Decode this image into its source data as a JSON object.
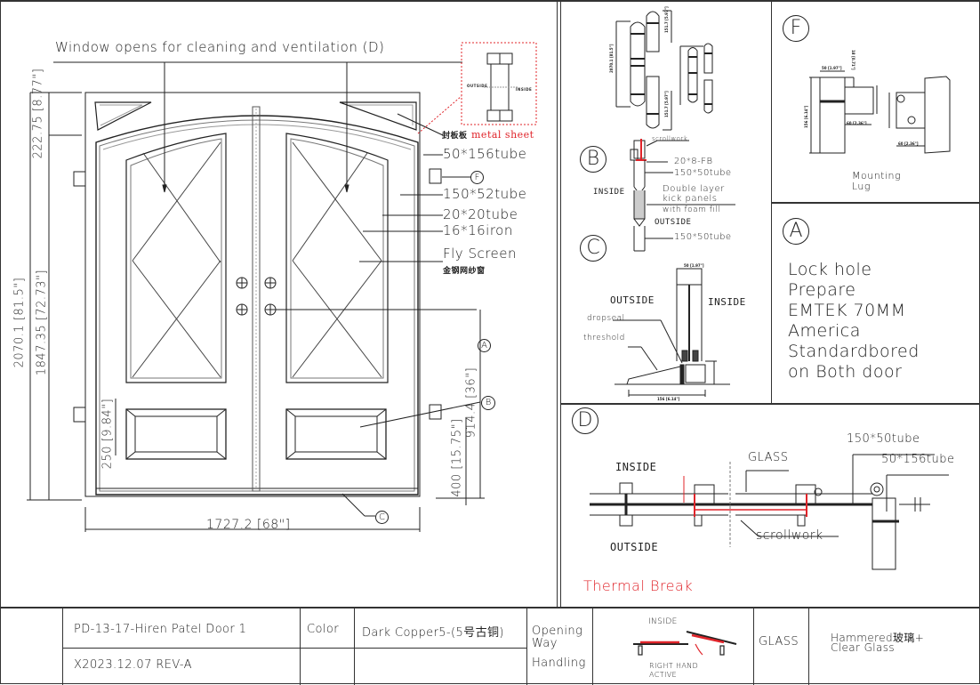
{
  "drawing": {
    "title_note": "Window opens for cleaning and ventilation (D)",
    "metal_sheet_cn": "封板板",
    "metal_sheet_label": "metal sheet",
    "detail_small_outside": "OUTSIDE",
    "detail_small_inside": "INSIDE",
    "callouts": [
      {
        "id": "tube-50x156",
        "label": "50*156tube"
      },
      {
        "id": "tag-f",
        "label": "F"
      },
      {
        "id": "tube-150x52",
        "label": "150*52tube"
      },
      {
        "id": "tube-20x20",
        "label": "20*20tube"
      },
      {
        "id": "iron-16x16",
        "label": "16*16iron"
      },
      {
        "id": "fly-screen",
        "label": "Fly Screen"
      },
      {
        "id": "fly-screen-cn",
        "label": "金钢网纱窗"
      }
    ],
    "dimensions": {
      "top_height": "222.75 [8.77\"]",
      "overall_height": "2070.1 [81.5\"]",
      "door_height": "1847.35 [72.73\"]",
      "panel_height": "250 [9.84\"]",
      "lock_height": "914.4 [36\"]",
      "bottom_offset": "400 [15.75\"]",
      "overall_width": "1727.2 [68\"]"
    },
    "tags": {
      "a": "A",
      "b": "B",
      "c": "C",
      "d": "D",
      "f": "F"
    }
  },
  "detail_b": {
    "tag": "B",
    "scrollwork": "scrollwork",
    "fb": "20*8-FB",
    "tube1": "150*50tube",
    "inside": "INSIDE",
    "kick_line1": "Double layer",
    "kick_line2": "kick panels",
    "kick_line3": "with foam fill",
    "outside": "OUTSIDE",
    "tube2": "150*50tube"
  },
  "detail_c": {
    "tag": "C",
    "outside": "OUTSIDE",
    "inside": "INSIDE",
    "dropseal": "dropseal",
    "threshold": "threshold",
    "dim_top": "50 [1.97\"]",
    "dim_bottom": "156 [6.14\"]"
  },
  "detail_f": {
    "tag": "F",
    "title_line1": "Mounting",
    "title_line2": "Lug",
    "dim_a": "50 [1.97\"]",
    "dim_b": "18 [0.71\"]",
    "dim_c": "156 [6.14\"]",
    "dim_d": "60 [2.36\"]",
    "dim_e": "60 [2.36\"]"
  },
  "detail_a": {
    "tag": "A",
    "lines": [
      "Lock hole",
      "Prepare",
      "EMTEK 70MM",
      "America",
      "Standardbored",
      "on Both door"
    ]
  },
  "detail_d": {
    "tag": "D",
    "inside": "INSIDE",
    "outside": "OUTSIDE",
    "glass": "GLASS",
    "tube1": "150*50tube",
    "tube2": "50*156tube",
    "scrollwork": "scrollwork",
    "thermal_break": "Thermal Break"
  },
  "title_block": {
    "project": "PD-13-17-Hiren Patel Door 1",
    "revision": "X2023.12.07 REV-A",
    "color_label": "Color",
    "color_value": "Dark Copper5-(5号古铜)",
    "opening_label_1": "Opening",
    "opening_label_2": "Way",
    "opening_label_3": "Handling",
    "opening_inside": "INSIDE",
    "opening_hand_1": "RIGHT HAND",
    "opening_hand_2": "ACTIVE",
    "glass_label": "GLASS",
    "glass_value_1": "Hammered玻璃+",
    "glass_value_2": "Clear Glass"
  },
  "colors": {
    "line": "#222222",
    "accent_red": "#e0242a",
    "dim_grey": "#555555"
  }
}
